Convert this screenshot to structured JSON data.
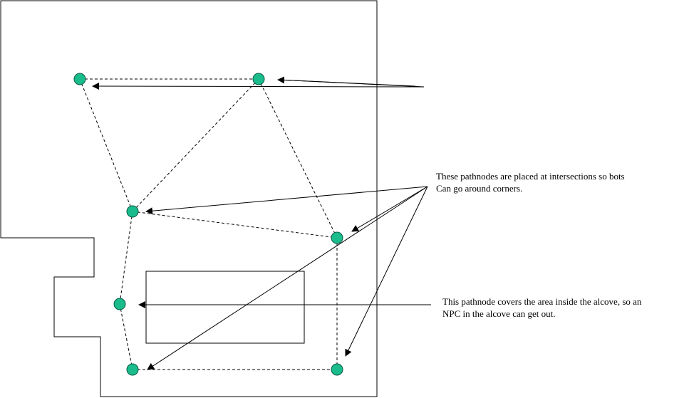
{
  "colors": {
    "background": "#ffffff",
    "outline": "#000000",
    "node_fill": "#1abc8c",
    "node_stroke": "#0a5a45",
    "path_line": "#000000"
  },
  "annotations": {
    "intersections": {
      "line1": "These pathnodes are placed at intersections so bots",
      "line2": "Can go around corners."
    },
    "alcove": {
      "line1": "This pathnode covers the area inside the alcove, so an",
      "line2": "NPC in the alcove can get out."
    }
  }
}
